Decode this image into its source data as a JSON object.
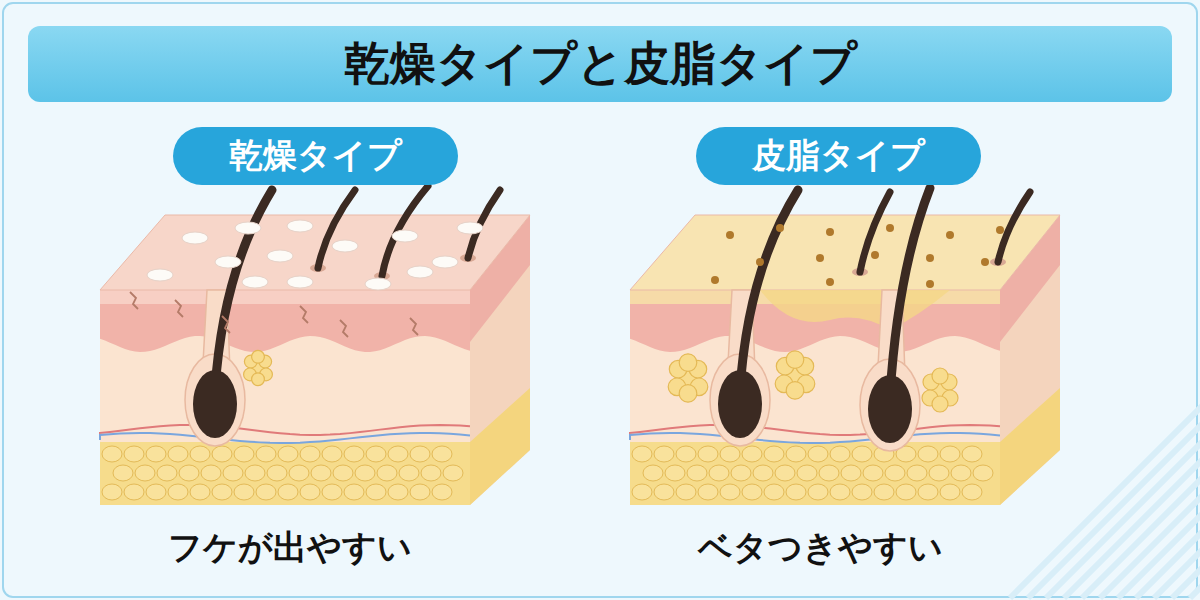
{
  "diagram": {
    "title": "乾燥タイプと皮脂タイプ",
    "nodes": [
      {
        "text": [
          "乾燥タイプ"
        ]
      },
      {
        "text": [
          "皮脂タイプ"
        ]
      }
    ],
    "labels": [
      "フケが出やすい",
      "ベタつきやすい"
    ]
  }
}
